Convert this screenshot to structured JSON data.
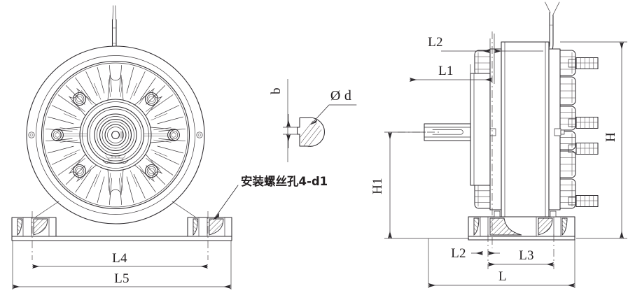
{
  "drawing": {
    "title": "Motor outline dimensional drawing",
    "background_color": "#ffffff",
    "line_color": "#2d2a2e",
    "views": {
      "front": {
        "name": "front-view",
        "label": ""
      },
      "shaft_detail": {
        "name": "shaft-section-detail",
        "label": ""
      },
      "side": {
        "name": "side-view",
        "label": ""
      }
    }
  },
  "annotations": {
    "mounting_hole_note": "安装螺丝孔4-d1",
    "shaft_key_width": "b",
    "shaft_diameter": "Ø d"
  },
  "dimensions": {
    "front": {
      "l4": "L4",
      "l5": "L5"
    },
    "side": {
      "l2_top": "L2",
      "l1": "L1",
      "h": "H",
      "h1": "H1",
      "l2_bottom": "L2",
      "l3": "L3",
      "l": "L"
    }
  },
  "icons": {
    "diameter_symbol": "Ø",
    "lead_wire": "lead-wire-icon",
    "hose_barb": "hose-barb-icon"
  }
}
